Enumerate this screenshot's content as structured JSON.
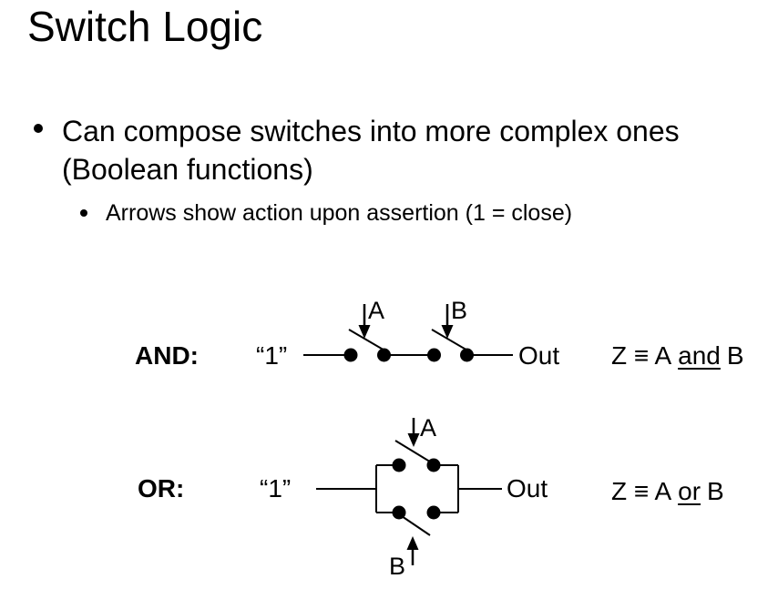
{
  "slide": {
    "title": "Switch Logic",
    "bullets": {
      "main_line1": "Can compose switches into more complex ones",
      "main_line2": "(Boolean functions)",
      "sub": "Arrows show action upon assertion (1 = close)"
    }
  },
  "and_row": {
    "label": "AND:",
    "input_label": "“1”",
    "switch_a_label": "A",
    "switch_b_label": "B",
    "output_label": "Out",
    "equation": {
      "prefix": "Z ≡ A",
      "keyword": "and",
      "suffix": "B"
    }
  },
  "or_row": {
    "label": "OR:",
    "input_label": "“1”",
    "switch_a_label": "A",
    "switch_b_label": "B",
    "output_label": "Out",
    "equation": {
      "prefix": "Z ≡ A",
      "keyword": "or",
      "suffix": "B"
    }
  },
  "colors": {
    "background": "#ffffff",
    "text": "#000000",
    "line": "#000000"
  }
}
